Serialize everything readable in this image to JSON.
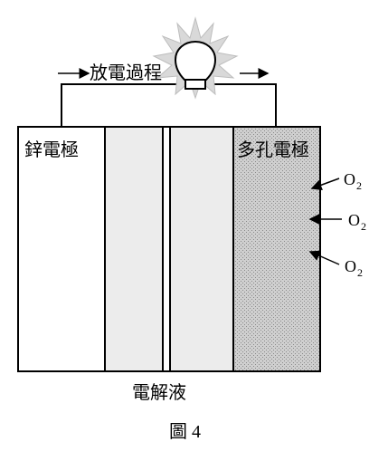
{
  "diagram": {
    "process_label": "放電過程",
    "zinc_electrode_label": "鋅電極",
    "porous_electrode_label": "多孔電極",
    "electrolyte_label": "電解液",
    "figure_caption": "圖 4",
    "oxygen_labels": [
      {
        "main": "O",
        "sub": "2"
      },
      {
        "main": "O",
        "sub": "2"
      },
      {
        "main": "O",
        "sub": "2"
      }
    ],
    "colors": {
      "electrolyte": "#ececec",
      "porous": "#bdbdbd",
      "line": "#000000"
    }
  }
}
